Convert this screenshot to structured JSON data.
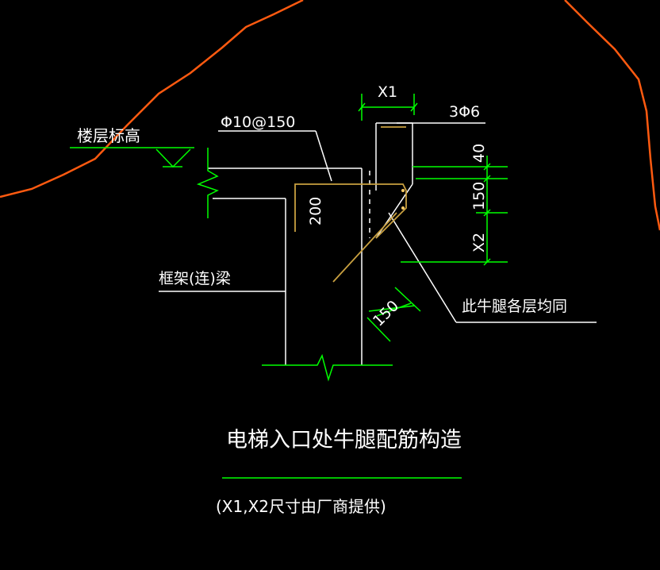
{
  "labels": {
    "floor_level": "楼层标高",
    "rebar_spec": "Φ10@150",
    "top_bars": "3Φ6",
    "dim_x1": "X1",
    "dim_40": "40",
    "dim_150_vertical": "150",
    "dim_x2": "X2",
    "dim_200": "200",
    "frame_beam": "框架(连)梁",
    "corbel_note": "此牛腿各层均同",
    "dim_150_diagonal": "150"
  },
  "title": "电梯入口处牛腿配筋构造",
  "subtitle": "(X1,X2尺寸由厂商提供)",
  "colors": {
    "background": "#000000",
    "outline": "#ffffff",
    "dimension": "#00ff00",
    "rebar": "#c8a040",
    "boundary": "#ff5a10"
  }
}
